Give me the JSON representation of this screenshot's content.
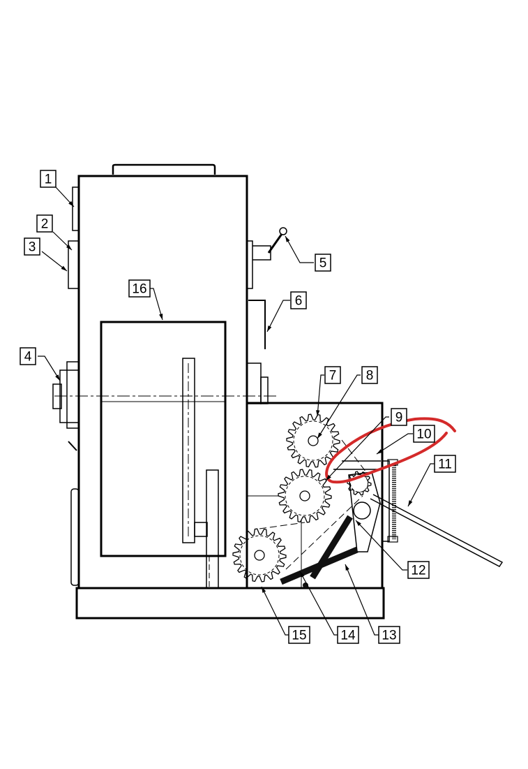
{
  "diagram": {
    "callouts": [
      "1",
      "2",
      "3",
      "4",
      "5",
      "6",
      "7",
      "8",
      "9",
      "10",
      "11",
      "12",
      "13",
      "14",
      "15",
      "16"
    ],
    "annotation_color": "#d42a2a",
    "line_color": "#000000"
  }
}
